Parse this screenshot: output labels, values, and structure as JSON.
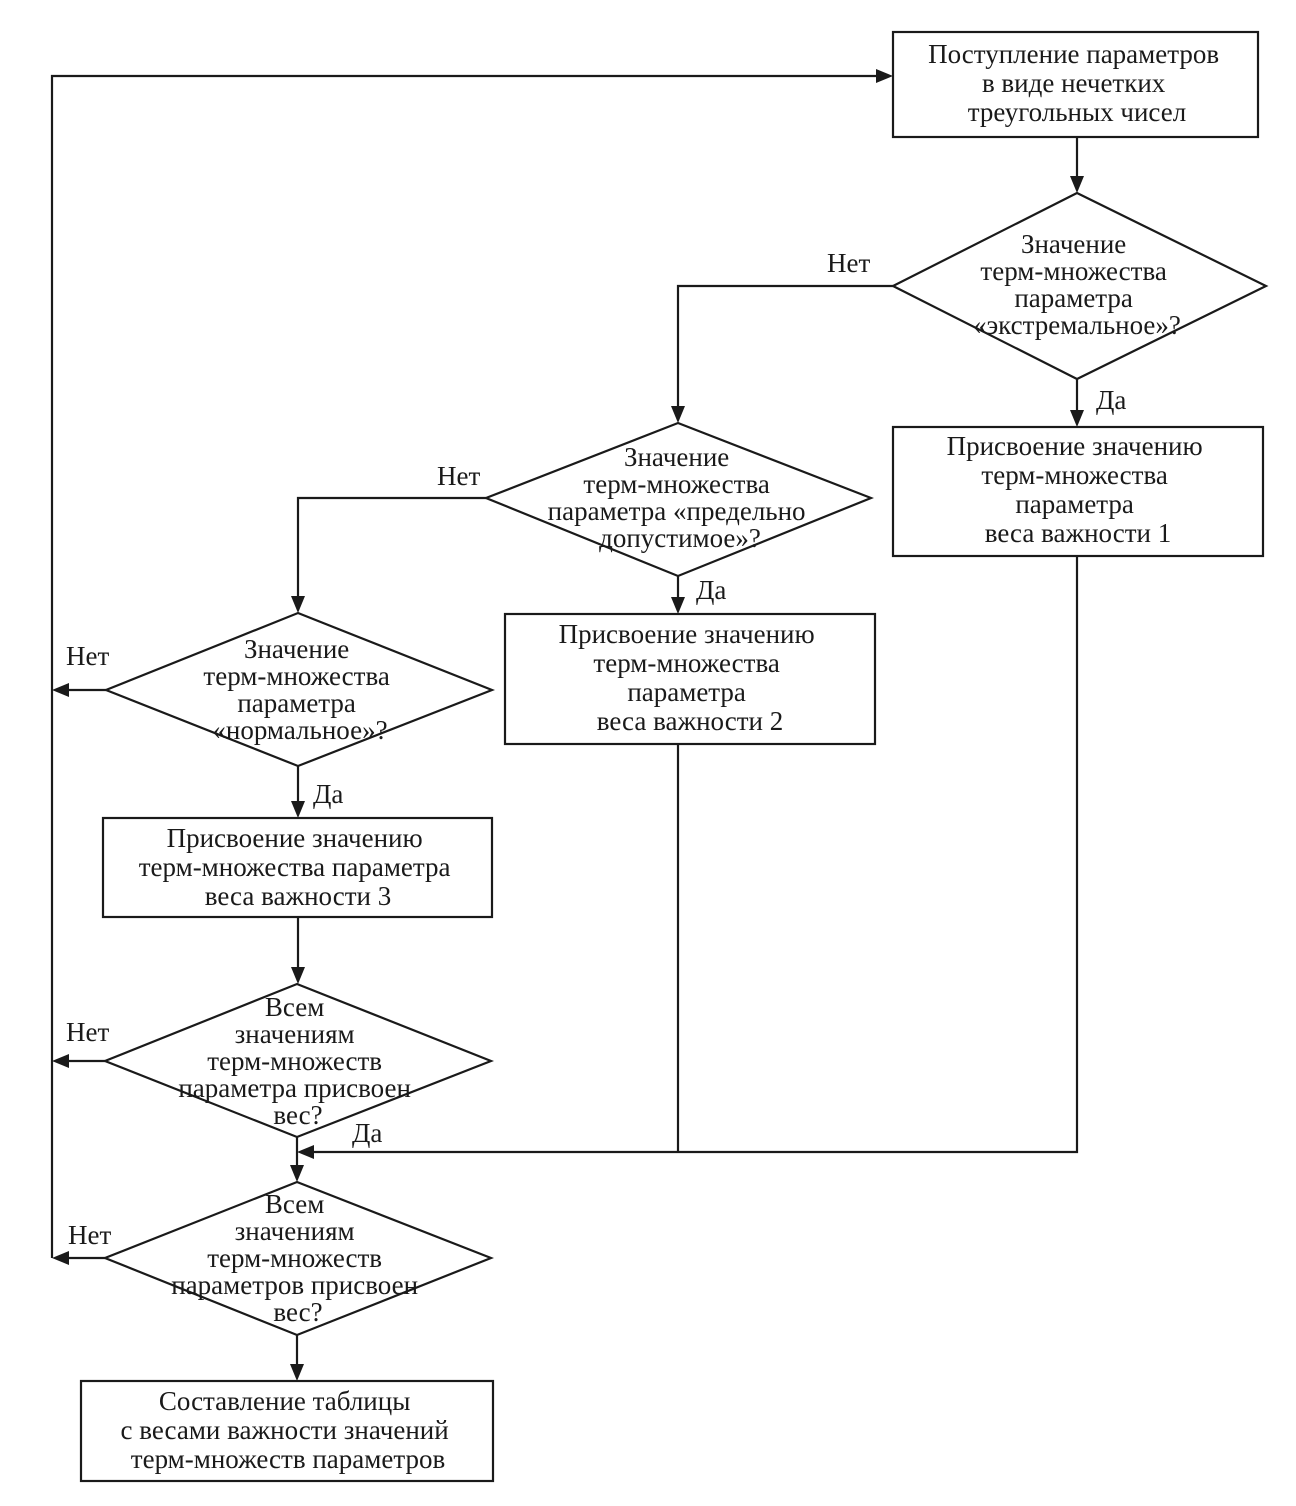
{
  "nodes": {
    "start": {
      "lines": [
        "Поступление параметров",
        "в виде нечетких",
        "треугольных чисел"
      ]
    },
    "dec1": {
      "lines": [
        "Значение",
        "терм-множества",
        "параметра",
        "«экстремальное»?"
      ]
    },
    "assign1": {
      "lines": [
        "Присвоение значению",
        "терм-множества",
        "параметра",
        "веса важности 1"
      ]
    },
    "dec2": {
      "lines": [
        "Значение",
        "терм-множества",
        "параметра «предельно",
        "допустимое»?"
      ]
    },
    "assign2": {
      "lines": [
        "Присвоение значению",
        "терм-множества",
        "параметра",
        "веса важности 2"
      ]
    },
    "dec3": {
      "lines": [
        "Значение",
        "терм-множества",
        "параметра",
        "«нормальное»?"
      ]
    },
    "assign3": {
      "lines": [
        "Присвоение значению",
        "терм-множества параметра",
        "веса важности 3"
      ]
    },
    "dec4": {
      "lines": [
        "Всем",
        "значениям",
        "терм-множеств",
        "параметра присвоен",
        "вес?"
      ]
    },
    "dec5": {
      "lines": [
        "Всем",
        "значениям",
        "терм-множеств",
        "параметров присвоен",
        "вес?"
      ]
    },
    "end": {
      "lines": [
        "Составление таблицы",
        "с весами важности значений",
        "терм-множеств параметров"
      ]
    }
  },
  "labels": {
    "no1": "Нет",
    "yes1": "Да",
    "no2": "Нет",
    "yes2": "Да",
    "no3": "Нет",
    "yes3": "Да",
    "no4": "Нет",
    "yes4": "Да",
    "no5": "Нет"
  }
}
